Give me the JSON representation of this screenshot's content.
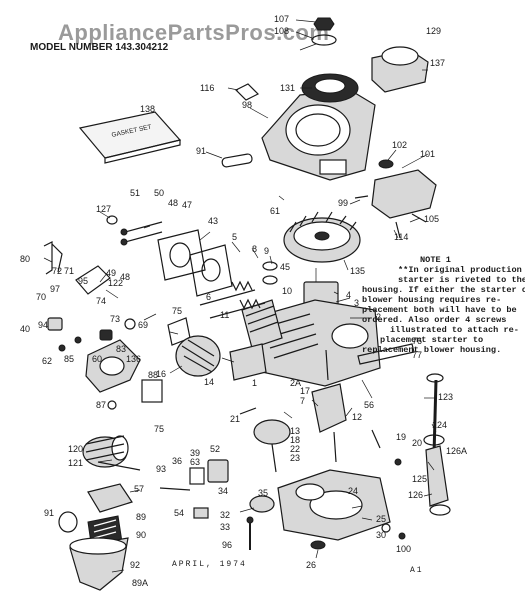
{
  "watermark": "AppliancePartsPros.com",
  "model_label": "MODEL NUMBER 143.304212",
  "note": {
    "lines": [
      "NOTE 1",
      "**In original production the",
      "starter is riveted to the blower",
      "housing. If either the starter or",
      "blower housing requires re-",
      "placement both will have to be",
      "ordered. Also order 4 screws",
      "illustrated to attach re-",
      "placement starter to",
      "replacement blower housing."
    ]
  },
  "gasket_set_label": "GASKET SET",
  "footer": {
    "date": "APRIL, 1974",
    "page": "A1"
  },
  "part_numbers": [
    "107",
    "108",
    "129",
    "137",
    "131",
    "116",
    "98",
    "138",
    "91",
    "102",
    "101",
    "99",
    "105",
    "114",
    "61",
    "127",
    "51",
    "50",
    "48",
    "47",
    "43",
    "5",
    "8",
    "9",
    "45",
    "135",
    "4",
    "3",
    "80",
    "72",
    "71",
    "95",
    "49",
    "122",
    "48",
    "70",
    "97",
    "74",
    "73",
    "10",
    "6",
    "11",
    "2",
    "40",
    "94",
    "69",
    "75",
    "83",
    "1",
    "76",
    "77",
    "136",
    "16",
    "14",
    "62",
    "85",
    "60",
    "88",
    "12",
    "2A",
    "17",
    "56",
    "87",
    "75",
    "7",
    "13",
    "18",
    "123",
    "21",
    "22",
    "124",
    "57",
    "120",
    "121",
    "93",
    "36",
    "39",
    "63",
    "52",
    "23",
    "20",
    "126A",
    "19",
    "125",
    "126",
    "91",
    "89",
    "34",
    "24",
    "54",
    "35",
    "25",
    "90",
    "32",
    "33",
    "26",
    "30",
    "100",
    "96",
    "92",
    "89A"
  ]
}
